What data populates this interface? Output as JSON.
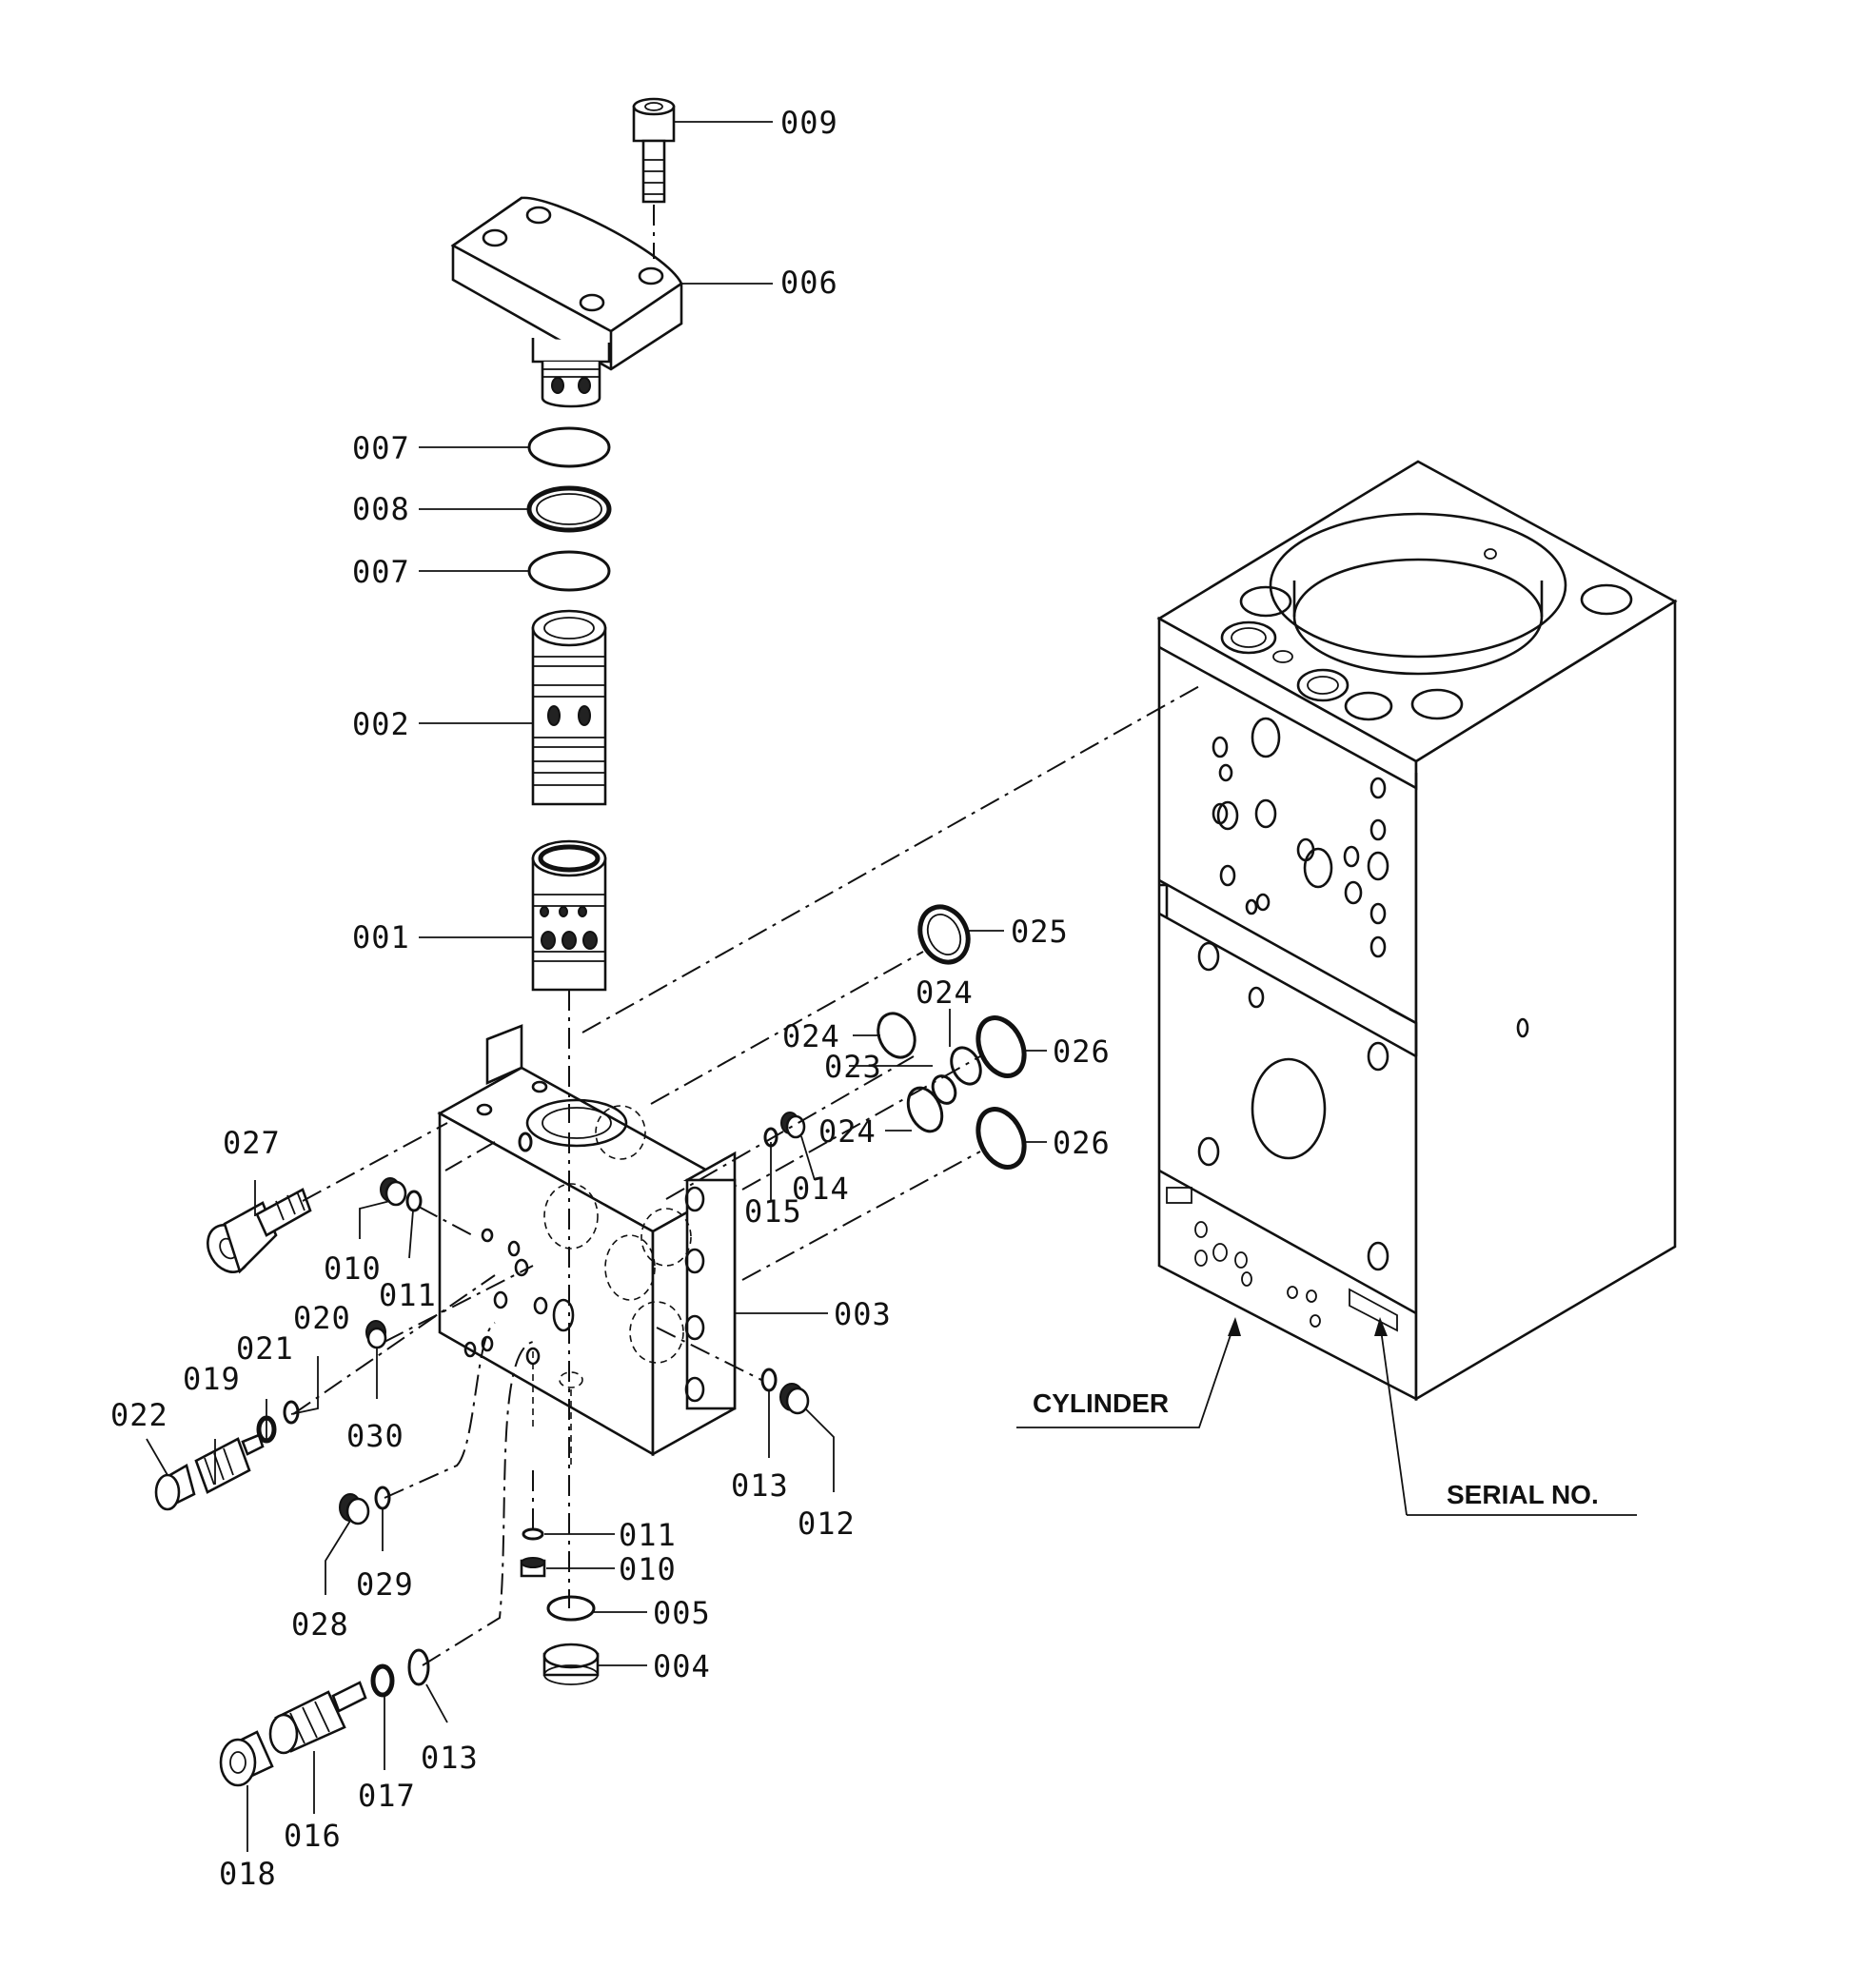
{
  "labels": {
    "p009": "009",
    "p006": "006",
    "p007a": "007",
    "p008": "008",
    "p007b": "007",
    "p002": "002",
    "p001": "001",
    "p025": "025",
    "p024a": "024",
    "p024b": "024",
    "p023": "023",
    "p026a": "026",
    "p024c": "024",
    "p026b": "026",
    "p027": "027",
    "p015": "015",
    "p014": "014",
    "p010a": "010",
    "p011a": "011",
    "p003": "003",
    "p020": "020",
    "p021": "021",
    "p019": "019",
    "p022": "022",
    "p030": "030",
    "p013a": "013",
    "p012": "012",
    "p029": "029",
    "p028": "028",
    "p011b": "011",
    "p010b": "010",
    "p005": "005",
    "p004": "004",
    "p013b": "013",
    "p017": "017",
    "p016": "016",
    "p018": "018"
  },
  "callouts": {
    "cylinder": "CYLINDER",
    "serial": "SERIAL NO."
  }
}
